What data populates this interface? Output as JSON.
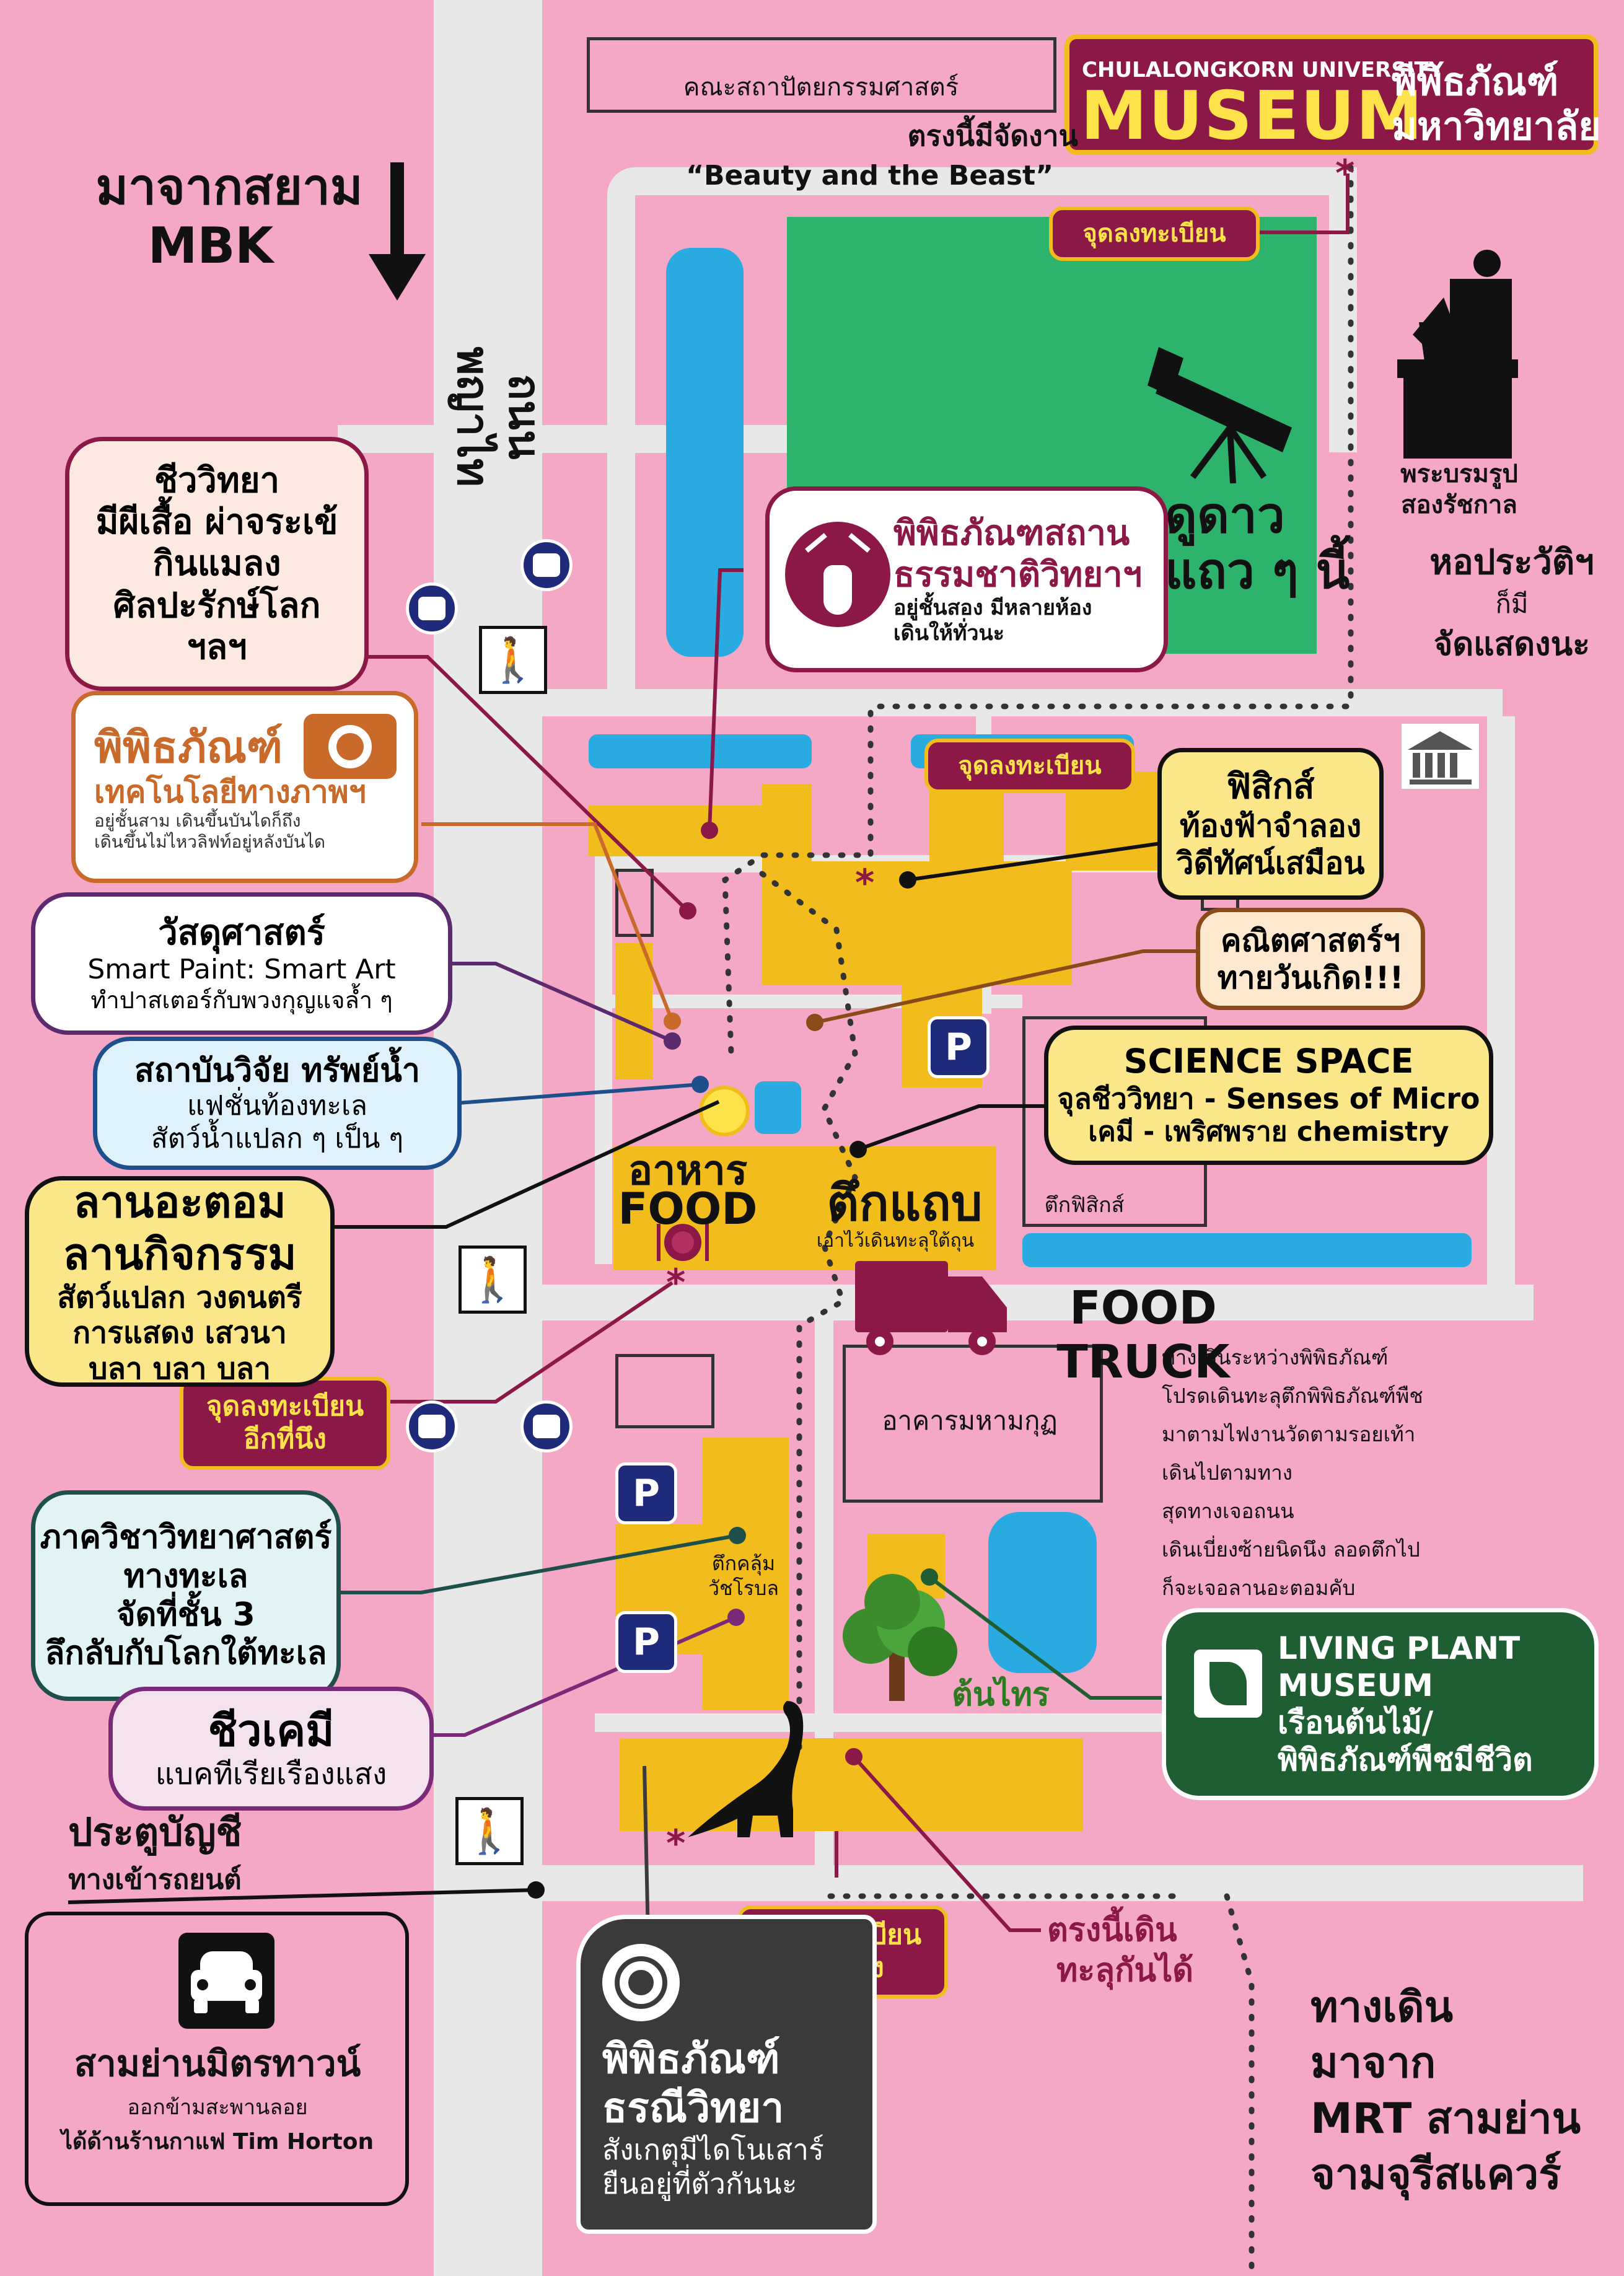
{
  "header": {
    "museum_brand_en": "CHULALONGKORN UNIVERSITY",
    "museum_brand_word": "MUSEUM",
    "museum_brand_th1": "พิพิธภัณฑ์",
    "museum_brand_th2": "มหาวิทยาลัย"
  },
  "top_labels": {
    "arch_faculty": "คณะสถาปัตยกรรมศาสตร์",
    "beauty_line1": "ตรงนี้มีจัดงาน",
    "beauty_line2": "“Beauty and the Beast”",
    "from_siam_1": "มาจากสยาม",
    "from_siam_2": "MBK",
    "road_name": "ถนนพญาไท"
  },
  "registration": {
    "top": "จุดลงทะเบียน",
    "middle": "จุดลงทะเบียน",
    "left_1": "จุดลงทะเบียน",
    "left_2": "อีกที่นึง",
    "bottom_1": "จุดลงทะเบียน",
    "bottom_2": "อีกที่นึง"
  },
  "stargazing": {
    "line1": "ดูดาว",
    "line2": "แถว ๆ นี้"
  },
  "statue": {
    "line1": "พระบรมรูป",
    "line2": "สองรัชกาล"
  },
  "history_hall": {
    "line1": "หอประวัติฯ",
    "line2": "ก็มี",
    "line3": "จัดแสดงนะ"
  },
  "callouts": {
    "biology": {
      "l1": "ชีววิทยา",
      "l2": "มีผีเสื้อ ผ่าจระเข้",
      "l3": "กินแมลง",
      "l4": "ศิลปะรักษ์โลก",
      "l5": "ฯลฯ"
    },
    "photo": {
      "l1": "พิพิธภัณฑ์",
      "l2": "เทคโนโลยีทางภาพฯ",
      "l3": "อยู่ชั้นสาม เดินขึ้นบันไดก็ถึง",
      "l4": "เดินขึ้นไม่ไหวลิฟท์อยู่หลังบันได"
    },
    "materials": {
      "l1": "วัสดุศาสตร์",
      "l2": "Smart Paint: Smart Art",
      "l3": "ทำปาสเตอร์กับพวงกุญแจล้ำ ๆ"
    },
    "aquatic": {
      "l1": "สถาบันวิจัย ทรัพย์น้ำ",
      "l2": "แฟชั่นท้องทะเล",
      "l3": "สัตว์น้ำแปลก ๆ เป็น ๆ"
    },
    "atom": {
      "l1": "ลานอะตอม",
      "l2": "ลานกิจกรรม",
      "l3": "สัตว์แปลก วงดนตรี",
      "l4": "การแสดง เสวนา",
      "l5": "บลา บลา บลา"
    },
    "natural_history": {
      "l1": "พิพิธภัณฑสถาน",
      "l2": "ธรรมชาติวิทยาฯ",
      "l3": "อยู่ชั้นสอง มีหลายห้อง",
      "l4": "เดินให้ทั่วนะ"
    },
    "physics": {
      "l1": "ฟิสิกส์",
      "l2": "ท้องฟ้าจำลอง",
      "l3": "วิดีทัศน์เสมือน"
    },
    "math": {
      "l1": "คณิตศาสตร์ฯ",
      "l2": "ทายวันเกิด!!!"
    },
    "science_space": {
      "l1": "SCIENCE SPACE",
      "l2": "จุลชีววิทยา - Senses of Micro",
      "l3": "เคมี - เพริศพราย chemistry"
    },
    "marine": {
      "l1": "ภาควิชาวิทยาศาสตร์",
      "l2": "ทางทะเล",
      "l3": "จัดที่ชั้น 3",
      "l4": "ลึกลับกับโลกใต้ทะเล"
    },
    "biochem": {
      "l1": "ชีวเคมี",
      "l2": "แบคทีเรียเรืองแสง"
    },
    "plant": {
      "l1": "LIVING PLANT",
      "l2": "MUSEUM",
      "l3": "เรือนต้นไม้/",
      "l4": "พิพิธภัณฑ์พืชมีชีวิต"
    },
    "geology": {
      "l1": "พิพิธภัณฑ์",
      "l2": "ธรณีวิทยา",
      "l3": "สังเกตุมีไดโนเสาร์",
      "l4": "ยืนอยู่ที่ตัวกันนะ"
    }
  },
  "map_labels": {
    "food_th": "อาหาร",
    "food_en": "FOOD",
    "annex_building": "ตึกแถบ",
    "annex_note": "เอาไว้เดินทะลุใต้ถุน",
    "physics_building": "ตึกฟิสิกส์",
    "food_truck": "FOOD TRUCK",
    "mahamakut": "อาคารมหามกุฏ",
    "chemistry_building_1": "ตึกคลุ้ม",
    "chemistry_building_2": "วัชโรบล",
    "sai_tree": "ต้นไทร",
    "walk_through_1": "ตรงนี้เดิน",
    "walk_through_2": "ทะลุกันได้",
    "account_gate": "ประตูบัญชี",
    "car_entrance": "ทางเข้ารถยนต์",
    "samyan_title": "สามย่านมิตรทาวน์",
    "samyan_l1": "ออกข้ามสะพานลอย",
    "samyan_l2": "ได้ด้านร้านกาแฟ Tim Horton",
    "mrt_l1": "ทางเดิน",
    "mrt_l2": "มาจาก",
    "mrt_l3": "MRT สามย่าน",
    "mrt_l4": "จามจุรีสแควร์",
    "parking": "P"
  },
  "walk_directions": [
    "ทางเดินระหว่างพิพิธภัณฑ์",
    "โปรดเดินทะลุตึกพิพิธภัณฑ์พืช",
    "มาตามไฟงานวัดตามรอยเท้า",
    "เดินไปตามทาง",
    "สุดทางเจอถนน",
    "เดินเบี่ยงซ้ายนิดนึง ลอดตึกไป",
    "ก็จะเจอลานอะตอมคับ"
  ],
  "colors": {
    "background": "#f5a8c6",
    "road": "#e8e8e8",
    "building": "#f2bd1c",
    "pond": "#29abe2",
    "lawn": "#2eb36c",
    "maroon": "#8c1848",
    "plant_green": "#1e5e32",
    "geology_gray": "#3a3a3a"
  },
  "icons": [
    "camera-icon",
    "deer-icon",
    "telescope-icon",
    "statue-icon",
    "museum-building-icon",
    "truck-icon",
    "dinosaur-icon",
    "tree-icon",
    "car-icon",
    "bus-icon",
    "pedestrian-crossing-icon",
    "parking-icon",
    "plate-icon",
    "leaf-icon",
    "ammonite-icon",
    "arrow-down-icon",
    "paw-print-icon"
  ]
}
